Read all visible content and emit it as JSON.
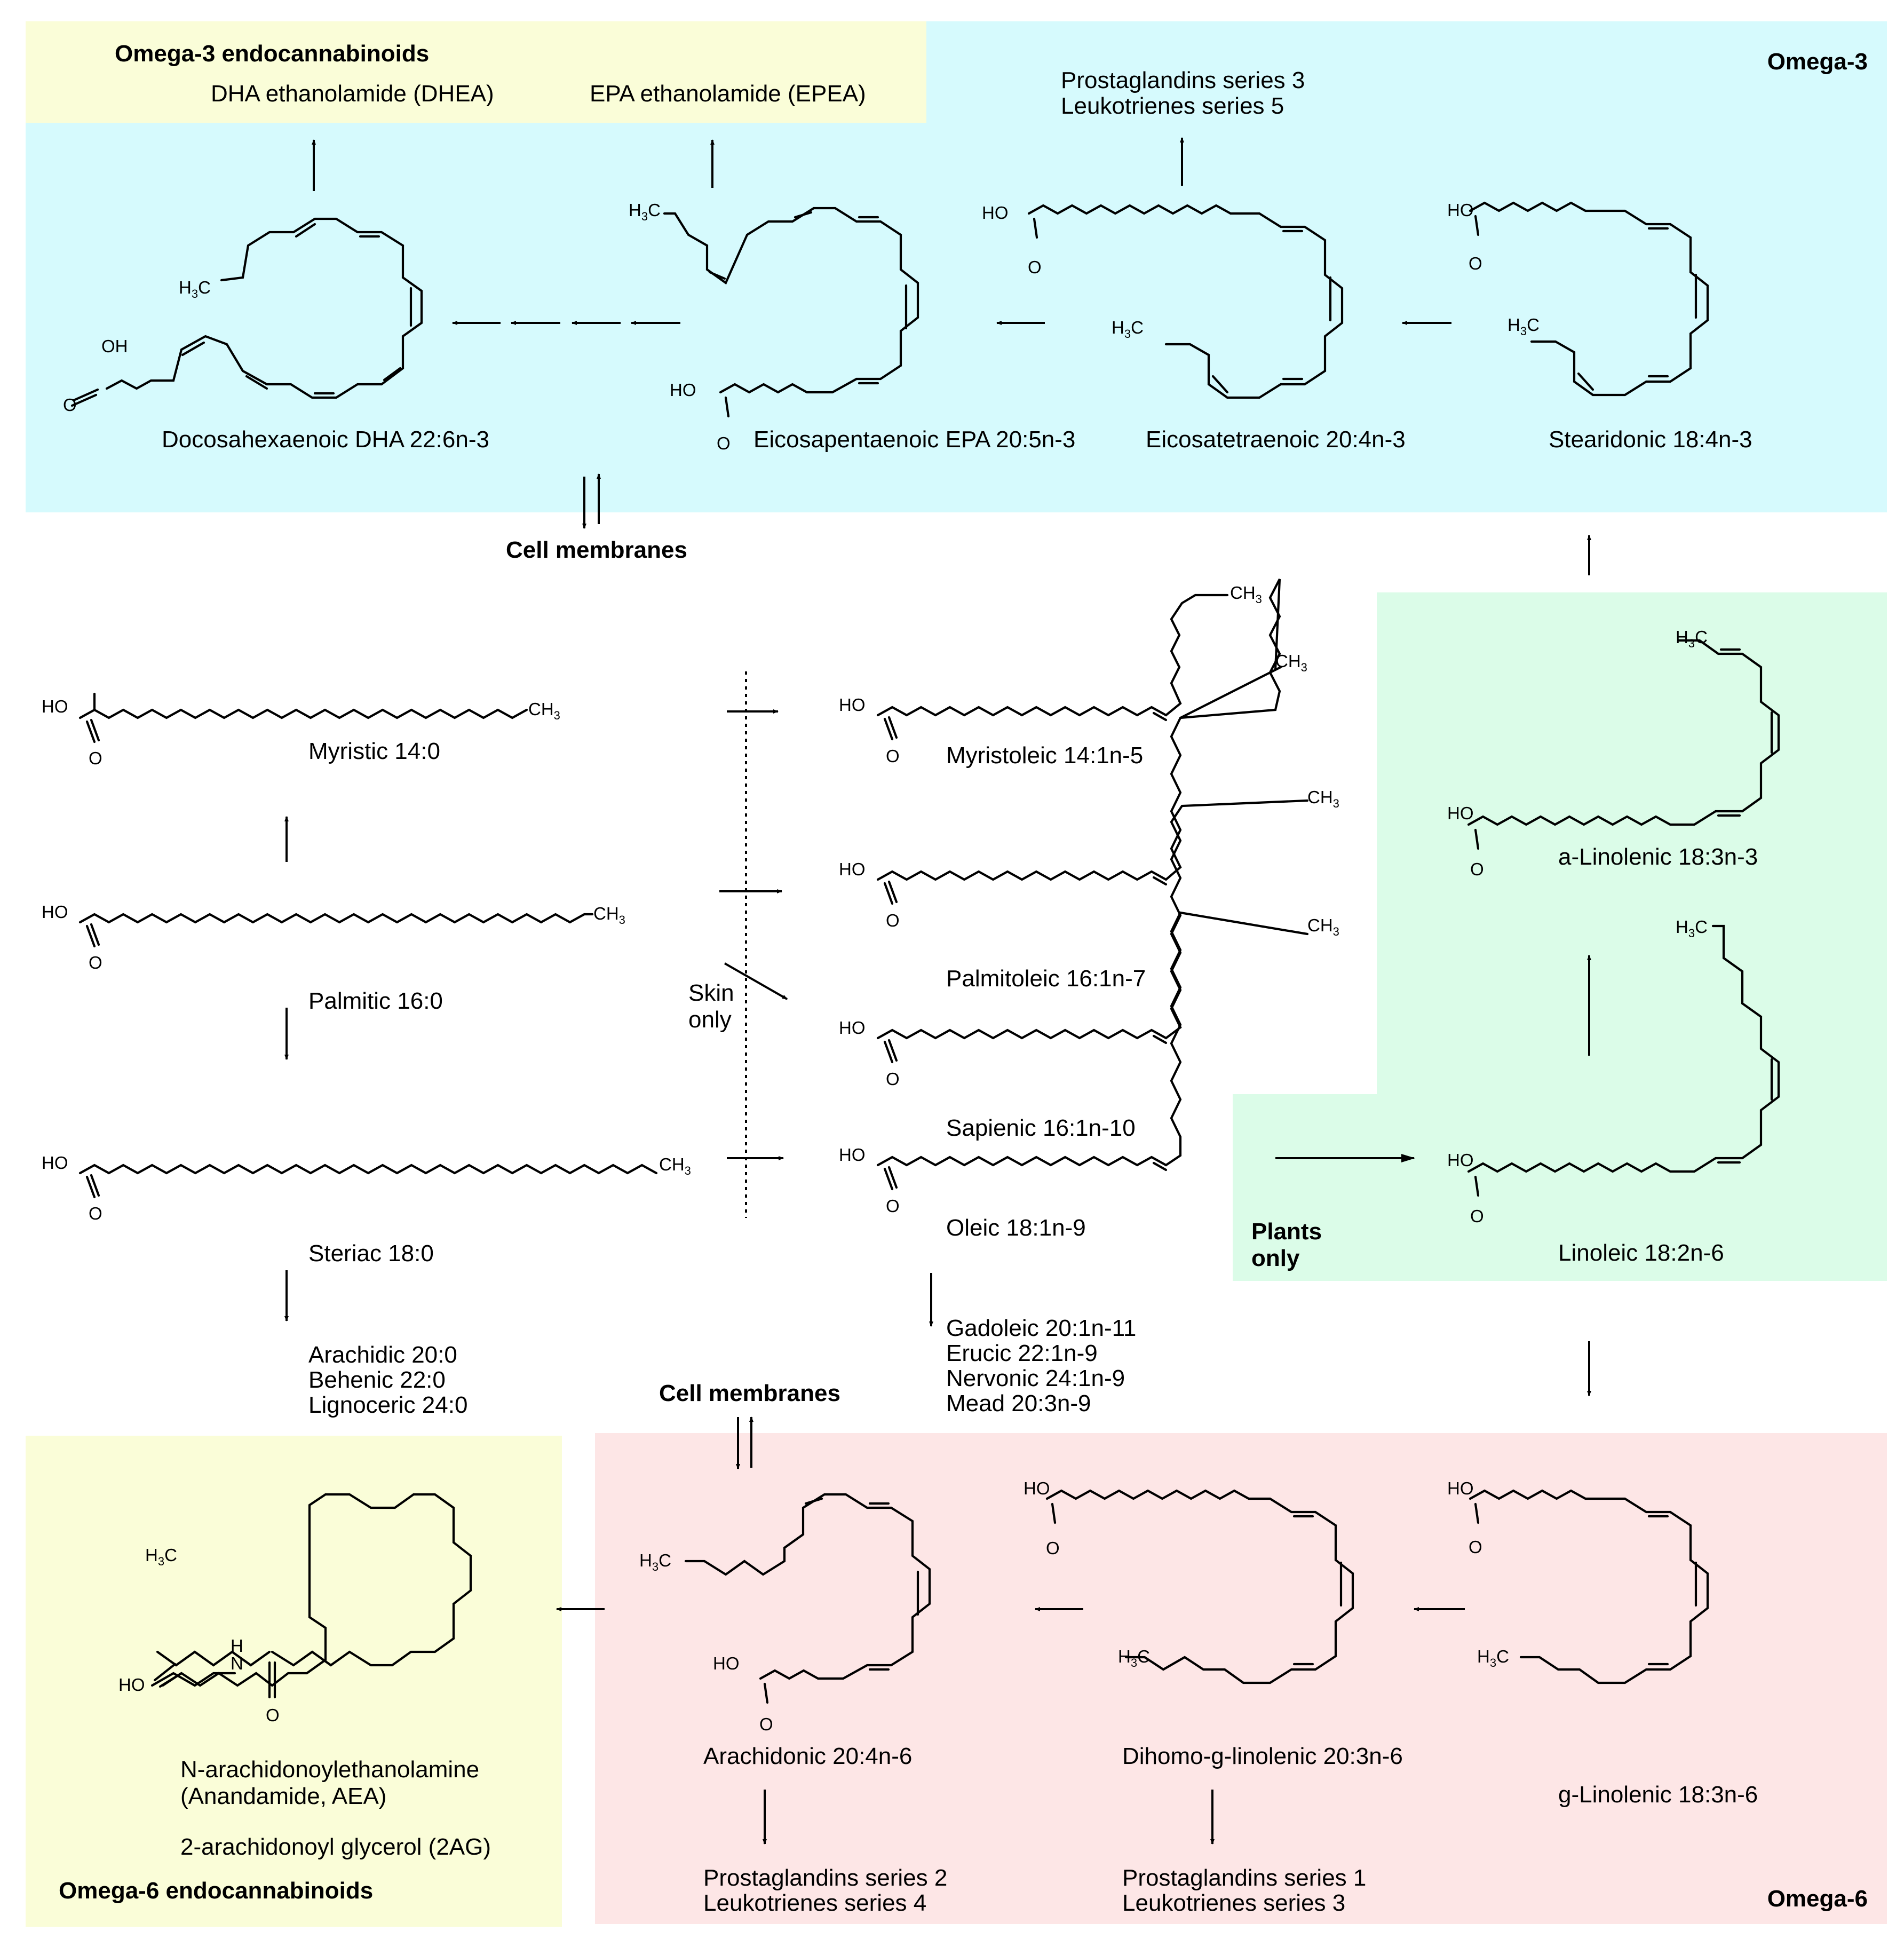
{
  "colors": {
    "omega3_bg": "#d6fafd",
    "omega3_endo_bg": "#fafdd8",
    "omega6_bg": "#fde6e6",
    "omega6_endo_bg": "#fafdd8",
    "plants_bg": "#dbfce8"
  },
  "regions": {
    "omega3_title": "Omega-3",
    "omega3_endo_title": "Omega-3 endocannabinoids",
    "omega6_title": "Omega-6",
    "omega6_endo_title": "Omega-6 endocannabinoids",
    "plants_only": [
      "Plants",
      "only"
    ],
    "skin_only": [
      "Skin",
      "only"
    ],
    "cell_membranes_top": "Cell membranes",
    "cell_membranes_bottom": "Cell membranes"
  },
  "compounds": {
    "dhea": "DHA ethanolamide (DHEA)",
    "epea": "EPA ethanolamide (EPEA)",
    "omega3_products": [
      "Prostaglandins series 3",
      "Leukotrienes series 5"
    ],
    "dha": "Docosahexaenoic DHA 22:6n-3",
    "epa": "Eicosapentaenoic EPA 20:5n-3",
    "eicosatetraenoic": "Eicosatetraenoic 20:4n-3",
    "stearidonic": "Stearidonic 18:4n-3",
    "myristic": "Myristic 14:0",
    "palmitic": "Palmitic 16:0",
    "steriac": "Steriac 18:0",
    "saturated_products": [
      "Arachidic 20:0",
      "Behenic 22:0",
      "Lignoceric 24:0"
    ],
    "myristoleic": "Myristoleic 14:1n-5",
    "palmitoleic": "Palmitoleic 16:1n-7",
    "sapienic": "Sapienic 16:1n-10",
    "oleic": "Oleic 18:1n-9",
    "monounsat_products": [
      "Gadoleic 20:1n-11",
      "Erucic 22:1n-9",
      "Nervonic 24:1n-9",
      "Mead 20:3n-9"
    ],
    "alinolenic": "a-Linolenic 18:3n-3",
    "linoleic": "Linoleic 18:2n-6",
    "glinolenic": "g-Linolenic 18:3n-6",
    "dihomo": "Dihomo-g-linolenic 20:3n-6",
    "arachidonic": "Arachidonic 20:4n-6",
    "aea": [
      "N-arachidonoylethanolamine",
      "(Anandamide, AEA)"
    ],
    "two_ag": "2-arachidonoyl glycerol (2AG)",
    "omega6_products_2": [
      "Prostaglandins series 2",
      "Leukotrienes series 4"
    ],
    "omega6_products_1": [
      "Prostaglandins series 1",
      "Leukotrienes series 3"
    ]
  },
  "atoms": {
    "ho": "HO",
    "oh": "OH",
    "o": "O",
    "h": "H",
    "n": "N",
    "ch": "CH",
    "hc": "H",
    "c": "C",
    "sub3": "3"
  }
}
